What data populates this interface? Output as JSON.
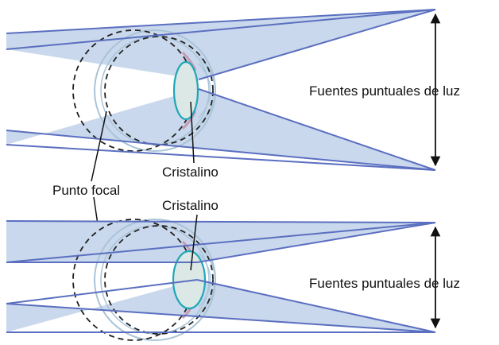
{
  "labels": {
    "top_sources": "Fuentes puntuales de luz",
    "top_lens": "Cristalino",
    "focal_point": "Punto focal",
    "bottom_lens": "Cristalino",
    "bottom_sources": "Fuentes puntuales de luz"
  },
  "colors": {
    "ray": "#5b6fc0",
    "beam_fill": "#c9d8ec",
    "eye_outline": "#a9c4d8",
    "lens": "#1fa7b8",
    "lens_fill": "#dbe8e6",
    "iris": "#c79ab3",
    "dashed": "#222222",
    "arrow": "#111111"
  }
}
